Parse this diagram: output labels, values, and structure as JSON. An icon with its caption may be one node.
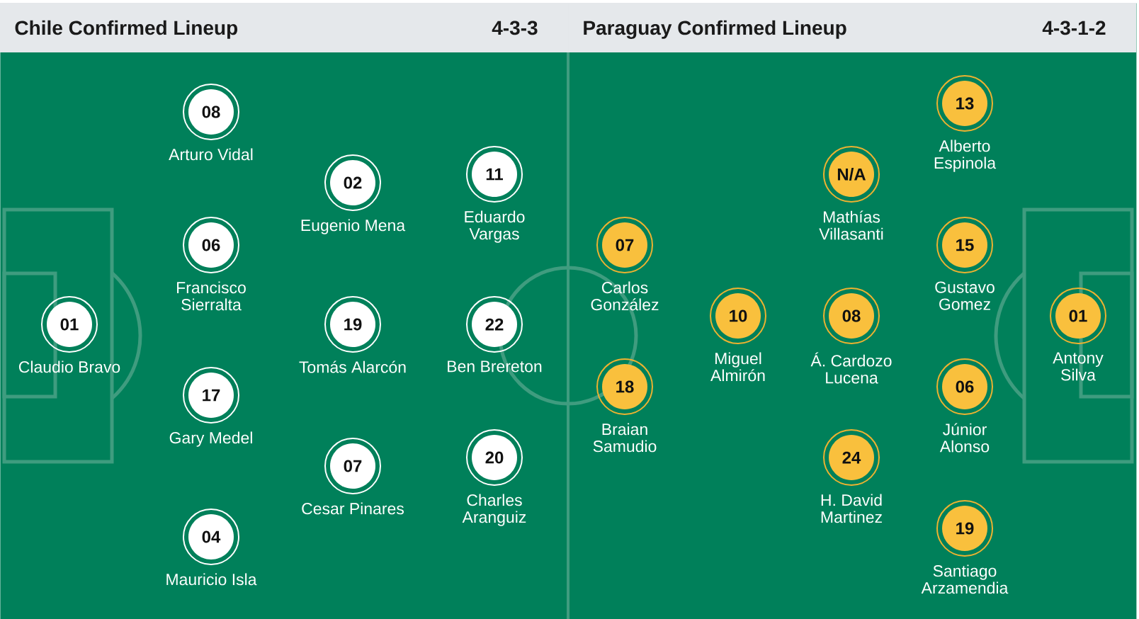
{
  "diagram": {
    "nodes": [
      {
        "text": [
          "Chile Confirmed Lineup",
          "4-3-3"
        ]
      },
      {
        "text": [
          "01"
        ],
        "beside": [
          "Claudio Bravo"
        ],
        "in": 0
      },
      {
        "text": [
          "08"
        ],
        "beside": [
          "Arturo Vidal"
        ],
        "in": 0
      },
      {
        "text": [
          "06"
        ],
        "beside": [
          "Francisco Sierralta"
        ],
        "in": 0
      },
      {
        "text": [
          "17"
        ],
        "beside": [
          "Gary Medel"
        ],
        "in": 0
      },
      {
        "text": [
          "04"
        ],
        "beside": [
          "Mauricio Isla"
        ],
        "in": 0
      },
      {
        "text": [
          "02"
        ],
        "beside": [
          "Eugenio Mena"
        ],
        "in": 0
      },
      {
        "text": [
          "19"
        ],
        "beside": [
          "Tomás Alarcón"
        ],
        "in": 0
      },
      {
        "text": [
          "07"
        ],
        "beside": [
          "Cesar Pinares"
        ],
        "in": 0
      },
      {
        "text": [
          "11"
        ],
        "beside": [
          "Eduardo Vargas"
        ],
        "in": 0
      },
      {
        "text": [
          "22"
        ],
        "beside": [
          "Ben Brereton"
        ],
        "in": 0
      },
      {
        "text": [
          "20"
        ],
        "beside": [
          "Charles Aranguiz"
        ],
        "in": 0
      },
      {
        "text": [
          "Paraguay Confirmed Lineup",
          "4-3-1-2"
        ]
      },
      {
        "text": [
          "07"
        ],
        "beside": [
          "Carlos González"
        ],
        "in": 12
      },
      {
        "text": [
          "18"
        ],
        "beside": [
          "Braian Samudio"
        ],
        "in": 12
      },
      {
        "text": [
          "10"
        ],
        "beside": [
          "Miguel Almirón"
        ],
        "in": 12
      },
      {
        "text": [
          "N/A"
        ],
        "beside": [
          "Mathías Villasanti"
        ],
        "in": 12
      },
      {
        "text": [
          "08"
        ],
        "beside": [
          "Á. Cardozo Lucena"
        ],
        "in": 12
      },
      {
        "text": [
          "24"
        ],
        "beside": [
          "H. David Martinez"
        ],
        "in": 12
      },
      {
        "text": [
          "13"
        ],
        "beside": [
          "Alberto Espinola"
        ],
        "in": 12
      },
      {
        "text": [
          "15"
        ],
        "beside": [
          "Gustavo Gomez"
        ],
        "in": 12
      },
      {
        "text": [
          "06"
        ],
        "beside": [
          "Júnior Alonso"
        ],
        "in": 12
      },
      {
        "text": [
          "19"
        ],
        "beside": [
          "Santiago Arzamendia"
        ],
        "in": 12
      },
      {
        "text": [
          "01"
        ],
        "beside": [
          "Antony Silva"
        ],
        "in": 12
      }
    ]
  }
}
